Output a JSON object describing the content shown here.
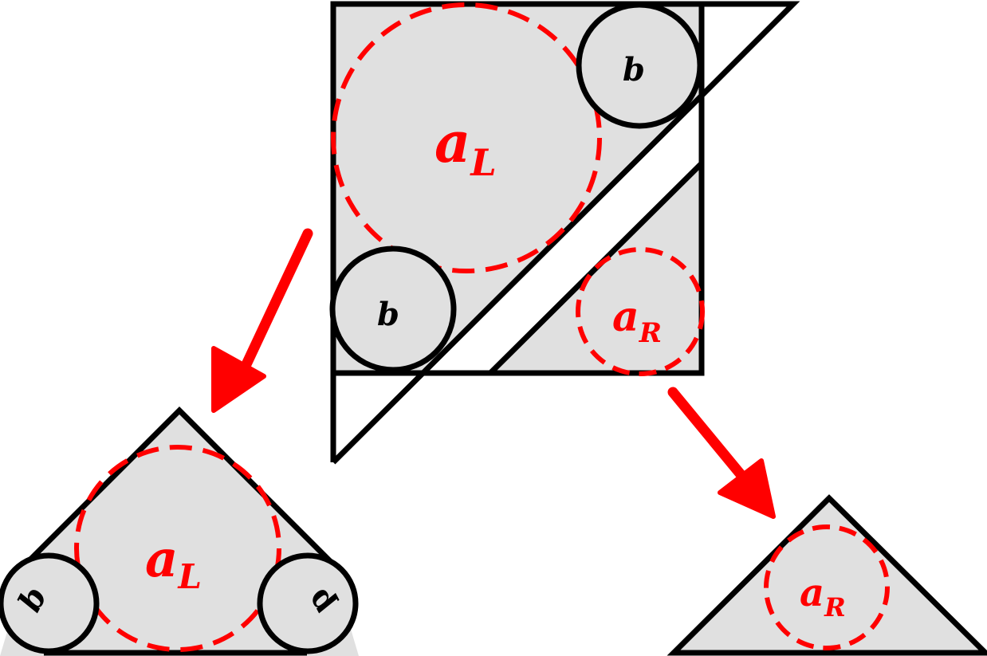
{
  "colors": {
    "fill": "#e0e0e0",
    "stroke": "#000000",
    "accent": "#ff0000",
    "background": "#ffffff"
  },
  "labels": {
    "b": "b",
    "a": "a",
    "sub_L": "L",
    "sub_R": "R"
  }
}
